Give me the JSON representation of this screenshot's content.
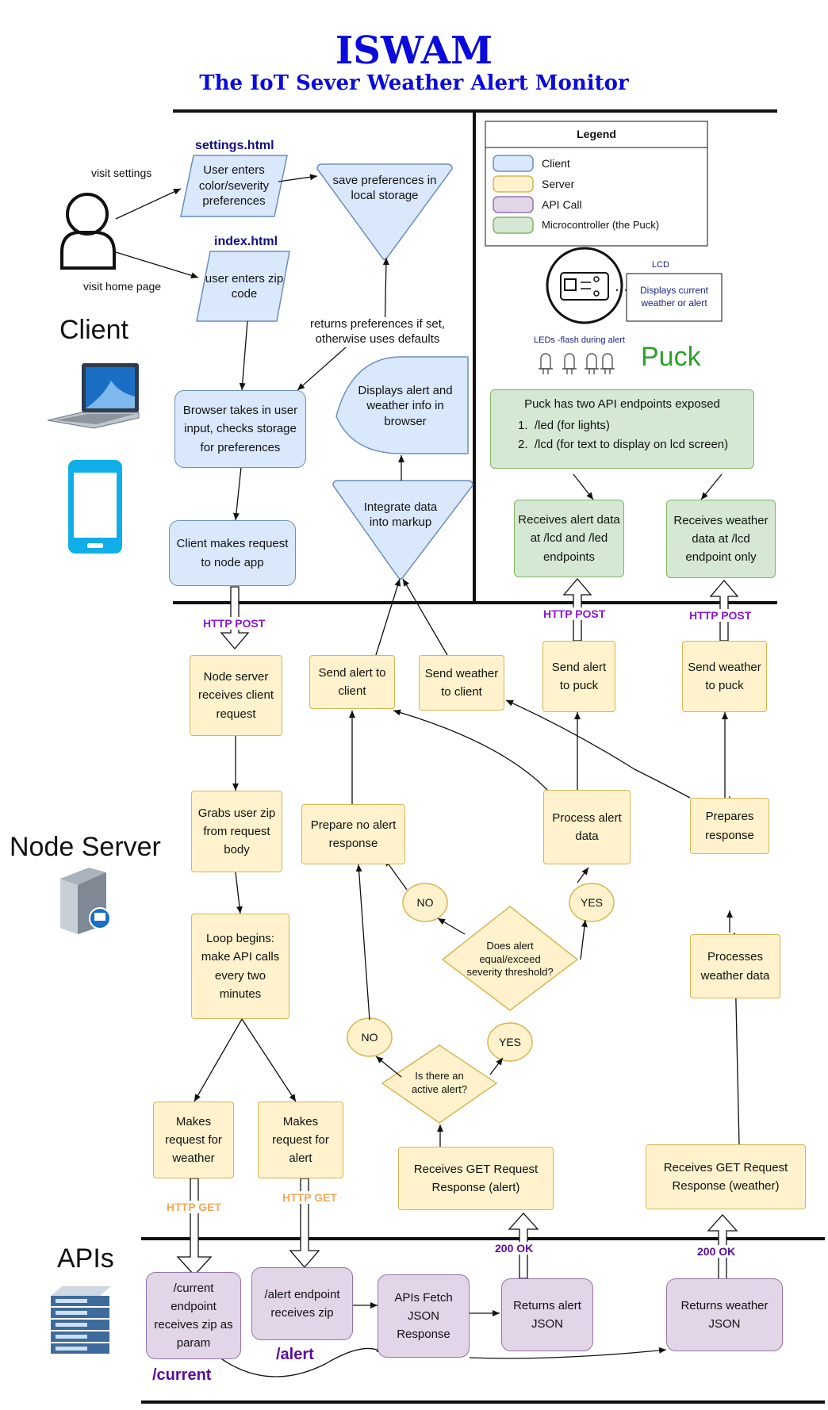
{
  "title": "ISWAM",
  "subtitle": "The IoT Sever Weather Alert Monitor",
  "legend": {
    "title": "Legend",
    "items": [
      {
        "label": "Client",
        "color": "#dae8fc"
      },
      {
        "label": "Server",
        "color": "#fff2cc"
      },
      {
        "label": "API Call",
        "color": "#e1d5e7"
      },
      {
        "label": "Microcontroller (the Puck)",
        "color": "#d5e8d4"
      }
    ]
  },
  "sections": {
    "client": "Client",
    "node_server": "Node Server",
    "apis": "APIs",
    "puck": "Puck"
  },
  "client": {
    "visit_settings": "visit settings",
    "visit_home": "visit home page",
    "settings_file": "settings.html",
    "index_file": "index.html",
    "user_prefs": "User enters color/severity preferences",
    "user_zip": "user enters zip code",
    "save_prefs": "save preferences in local storage",
    "returns_prefs": "returns preferences if set, otherwise uses defaults",
    "browser_takes": "Browser takes in user input, checks storage for preferences",
    "displays_alert": "Displays alert and weather info in browser",
    "integrate": "Integrate data into markup",
    "client_request": "Client makes request to node app"
  },
  "puck": {
    "lcd_label": "LCD",
    "lcd_text": "Displays current weather or alert",
    "leds_label": "LEDs -flash during alert",
    "endpoints_title": "Puck has two API endpoints exposed",
    "endpoints": [
      "/led (for lights)",
      "/lcd (for text to display on lcd screen)"
    ],
    "receives_alert": "Receives alert data at /lcd and /led endpoints",
    "receives_weather": "Receives weather data at /lcd endpoint only"
  },
  "server": {
    "node_receives": "Node server receives client request",
    "grabs_zip": "Grabs user zip from request body",
    "loop": "Loop begins: make API calls every two minutes",
    "req_weather": "Makes request for weather",
    "req_alert": "Makes request for alert",
    "send_alert_client": "Send alert to client",
    "send_weather_client": "Send weather to client",
    "send_alert_puck": "Send alert to puck",
    "send_weather_puck": "Send weather to puck",
    "prepare_no_alert": "Prepare no alert response",
    "process_alert": "Process alert data",
    "prepares_response": "Prepares response",
    "processes_weather": "Processes weather data",
    "does_alert": "Does alert equal/exceed severity threshold?",
    "is_there": "Is there an active alert?",
    "no": "NO",
    "yes": "YES",
    "get_alert": "Receives GET Request Response (alert)",
    "get_weather": "Receives GET Request Response (weather)"
  },
  "http": {
    "post": "HTTP POST",
    "get": "HTTP GET",
    "ok": "200 OK"
  },
  "apis": {
    "current": "/current endpoint receives zip as param",
    "alert": "/alert endpoint receives zip",
    "fetch": "APIs Fetch JSON Response",
    "ret_alert": "Returns alert JSON",
    "ret_weather": "Returns weather JSON",
    "current_label": "/current",
    "alert_label": "/alert"
  },
  "colors": {
    "title": "#0a0adc",
    "http_post": "#8a17d6",
    "http_get": "#f5a857",
    "ok": "#5a0d9a",
    "puck": "#2ca02c"
  }
}
